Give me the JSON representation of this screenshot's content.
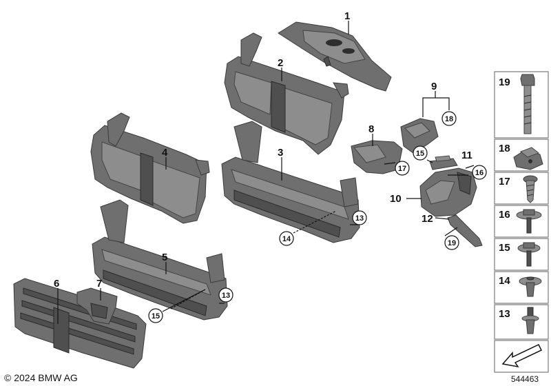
{
  "labels": {
    "p1": "1",
    "p2": "2",
    "p3": "3",
    "p4": "4",
    "p5": "5",
    "p6": "6",
    "p7": "7",
    "p8": "8",
    "p9": "9",
    "p10": "10",
    "p11": "11",
    "p12": "12"
  },
  "callouts": {
    "c18": "18",
    "c17": "17",
    "c15a": "15",
    "c16": "16",
    "c19": "19",
    "c13a": "13",
    "c14": "14",
    "c13b": "13",
    "c15b": "15"
  },
  "sidebar": {
    "items": [
      {
        "num": "19",
        "icon": "bolt-icon"
      },
      {
        "num": "18",
        "icon": "clip-nut-icon"
      },
      {
        "num": "17",
        "icon": "plastic-screw-icon"
      },
      {
        "num": "16",
        "icon": "flange-screw-icon"
      },
      {
        "num": "15",
        "icon": "flange-screw-icon"
      },
      {
        "num": "14",
        "icon": "expanding-rivet-icon"
      },
      {
        "num": "13",
        "icon": "push-rivet-icon"
      }
    ],
    "last_icon": "direction-arrow-icon"
  },
  "footer": {
    "copyright": "© 2024 BMW AG",
    "diagram_id": "544463"
  },
  "colors": {
    "part_fill": "#6f6f6f",
    "part_light": "#8d8d8d",
    "part_dark": "#4f4f4f",
    "panel_border": "#7a7a7a",
    "text": "#111111"
  }
}
